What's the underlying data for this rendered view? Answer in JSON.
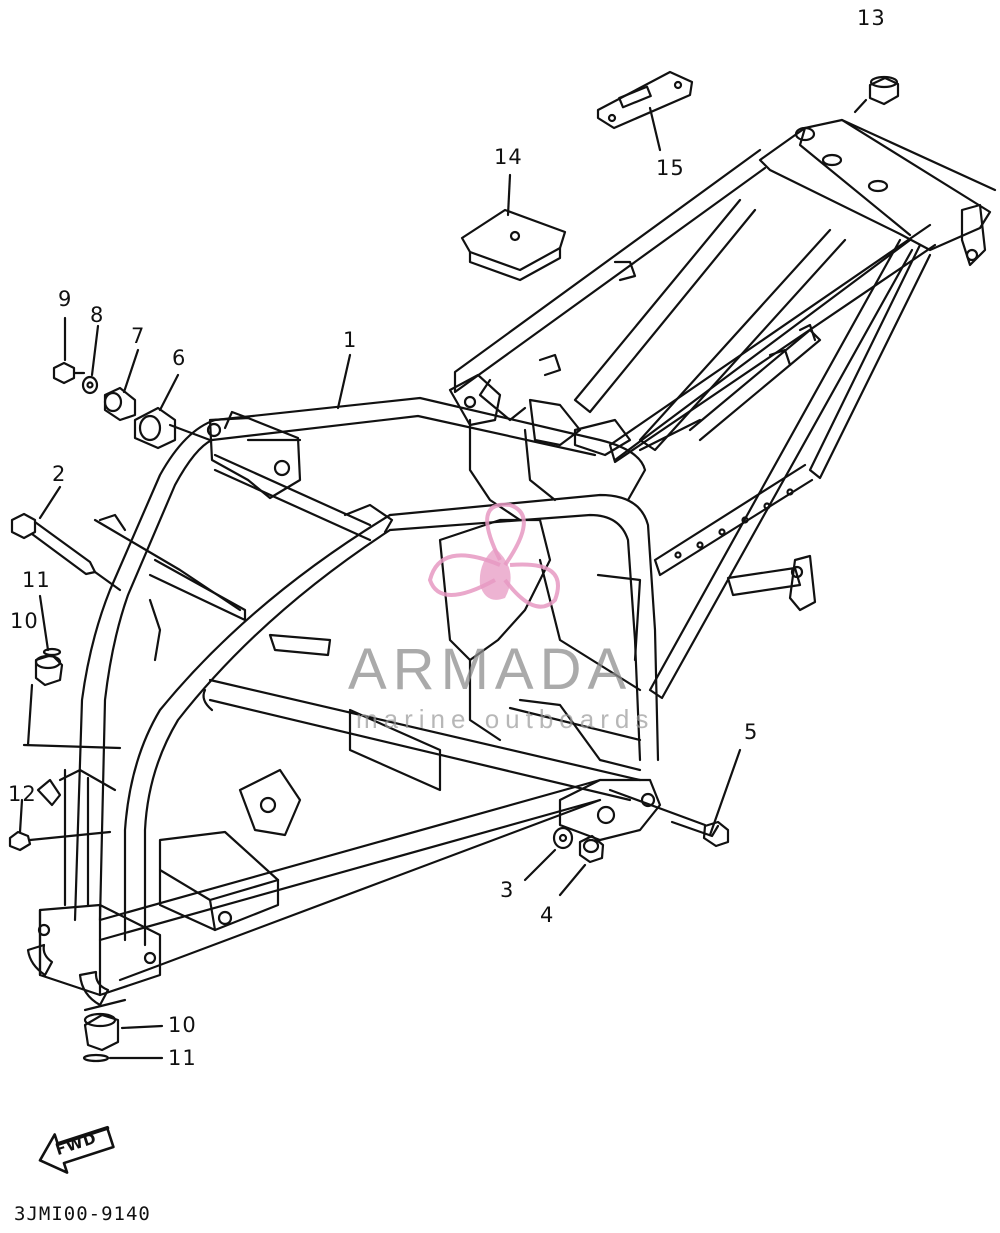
{
  "callouts": [
    {
      "id": "1",
      "text": "1"
    },
    {
      "id": "2",
      "text": "2"
    },
    {
      "id": "3",
      "text": "3"
    },
    {
      "id": "4",
      "text": "4"
    },
    {
      "id": "5",
      "text": "5"
    },
    {
      "id": "6",
      "text": "6"
    },
    {
      "id": "7",
      "text": "7"
    },
    {
      "id": "8",
      "text": "8"
    },
    {
      "id": "9",
      "text": "9"
    },
    {
      "id": "10a",
      "text": "10"
    },
    {
      "id": "10b",
      "text": "10"
    },
    {
      "id": "11a",
      "text": "11"
    },
    {
      "id": "11b",
      "text": "11"
    },
    {
      "id": "12",
      "text": "12"
    },
    {
      "id": "13",
      "text": "13"
    },
    {
      "id": "14",
      "text": "14"
    },
    {
      "id": "15",
      "text": "15"
    }
  ],
  "fwd_label": "FWD",
  "diagram_code": "3JMI00-9140",
  "watermark": {
    "title": "ARMADA",
    "subtitle": "marine outboards",
    "logo_color": "#e79ac3"
  },
  "colors": {
    "line": "#111111",
    "background": "#ffffff"
  }
}
